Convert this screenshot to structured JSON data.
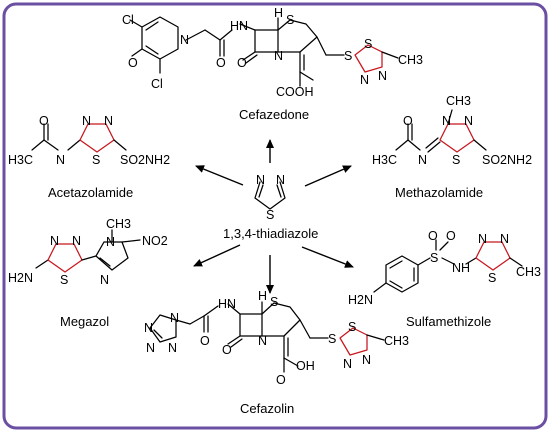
{
  "center": {
    "label": "1,3,4-thiadiazole"
  },
  "compounds": [
    {
      "name": "Cefazedone"
    },
    {
      "name": "Acetazolamide"
    },
    {
      "name": "Methazolamide"
    },
    {
      "name": "Megazol"
    },
    {
      "name": "Sulfamethizole"
    },
    {
      "name": "Cefazolin"
    }
  ],
  "atoms": {
    "N": "N",
    "S": "S",
    "O": "O",
    "H": "H",
    "Cl": "Cl",
    "HN": "HN",
    "NH": "NH",
    "CH3": "CH3",
    "H3C": "H3C",
    "COOH": "COOH",
    "OH": "OH",
    "SO2NH2": "SO2NH2",
    "NO2": "NO2",
    "H2N": "H2N",
    "CH3_top": "CH3"
  },
  "colors": {
    "border": "#6a4fa3",
    "ring": "#c8161d",
    "text": "#000000"
  }
}
